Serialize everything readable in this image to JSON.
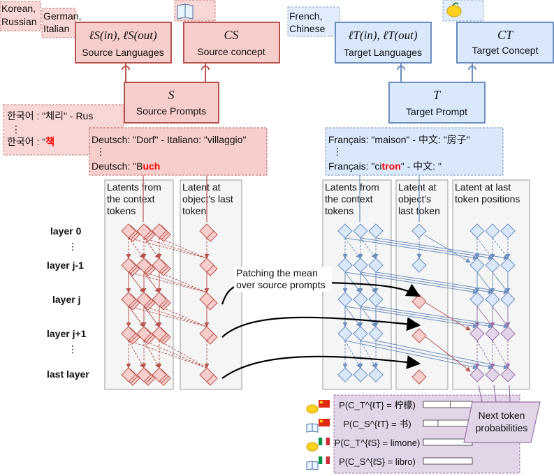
{
  "source": {
    "lang_notes": [
      "Korean,",
      "Russian",
      "German,",
      "Italian"
    ],
    "lang_box": {
      "math": "ℓS(in), ℓS(out)",
      "label": "Source Languages"
    },
    "concept_box": {
      "math": "CS",
      "label": "Source concept"
    },
    "prompt_box": {
      "math": "S",
      "label": "Source Prompts"
    },
    "korean_lines": [
      "한국어 : \"체리\" - Rus",
      "⋮",
      "한국어 : \"",
      "책"
    ],
    "german_lines": [
      "Deutsch: \"Dorf\" - Italiano: \"villaggio\"",
      "⋮",
      "Deutsch: \"B",
      "uch"
    ]
  },
  "target": {
    "lang_note": [
      "French,",
      "Chinese"
    ],
    "lang_box": {
      "math": "ℓT(in), ℓT(out)",
      "label": "Target Languages"
    },
    "concept_box": {
      "math": "CT",
      "label": "Target Concept"
    },
    "prompt_box": {
      "math": "T",
      "label": "Target Prompt"
    },
    "french_lines": [
      "Français: \"maison\" - 中文: \"房子\"",
      "⋮",
      "Français: \"ci",
      "tron",
      "\" - 中文: \""
    ]
  },
  "columns": {
    "source_context": [
      "Latents from",
      "the context",
      "tokens"
    ],
    "source_last": [
      "Latent at",
      "object's last",
      "token"
    ],
    "target_context": [
      "Latents from",
      "the context",
      "tokens"
    ],
    "target_last": [
      "Latent at",
      "object's",
      "last token"
    ],
    "target_last_positions": [
      "Latent at last",
      "token positions"
    ]
  },
  "layers": [
    "layer 0",
    "layer j-1",
    "layer j",
    "layer j+1",
    "last layer"
  ],
  "annotation": [
    "Patching the mean",
    "over source prompts"
  ],
  "next_token_label": [
    "Next token",
    "probabilities"
  ],
  "probabilities": [
    {
      "label": "P(C_T^{ℓT} = 柠檬)",
      "icons": [
        "lemon-icon",
        "china-flag-icon"
      ],
      "fill": 0.55
    },
    {
      "label": "P(C_S^{ℓT} = 书)",
      "icons": [
        "book-icon",
        "china-flag-icon"
      ],
      "fill": 0.3
    },
    {
      "label": "P(C_T^{ℓS} = limone)",
      "icons": [
        "lemon-icon",
        "italy-flag-icon"
      ],
      "fill": 0
    },
    {
      "label": "P(C_S^{ℓS} = libro)",
      "icons": [
        "book-icon",
        "italy-flag-icon"
      ],
      "fill": 0
    }
  ],
  "colors": {
    "red_fill": "#f8cecc",
    "red_stroke": "#b85450",
    "blue_fill": "#dae8fc",
    "blue_stroke": "#6c8ebf",
    "purple_fill": "#e1d5e7",
    "purple_stroke": "#9673a6",
    "highlight": "#ff0000"
  }
}
